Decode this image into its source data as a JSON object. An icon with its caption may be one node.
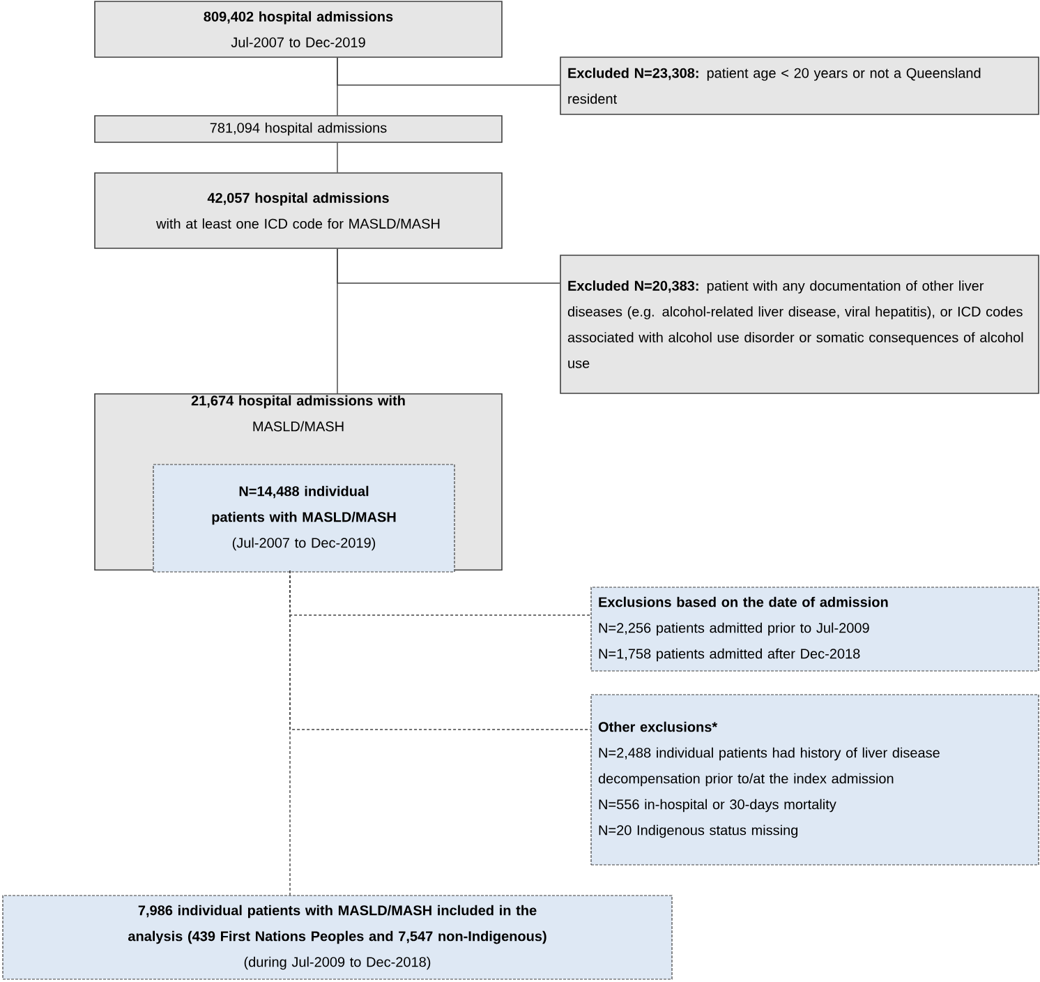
{
  "diagram": {
    "nodes": [
      {
        "text": [
          "809,402 hospital admissions",
          "Jul-2007 to Dec-2019"
        ]
      },
      {
        "text": [
          "**Excluded N=23,308:** patient age < 20 years or not a Queensland resident"
        ]
      },
      {
        "text": [
          "781,094 hospital admissions"
        ]
      },
      {
        "text": [
          "42,057 hospital admissions",
          "with at least one ICD code for MASLD/MASH"
        ]
      },
      {
        "text": [
          "**Excluded N=20,383:** patient with any documentation of other liver diseases (e.g. alcohol-related liver disease, viral hepatitis), or ICD codes associated with alcohol use disorder or somatic consequences of alcohol use"
        ]
      },
      {
        "text": [
          "21,674 hospital admissions with",
          "MASLD/MASH"
        ]
      },
      {
        "text": [
          "N=14,488 individual patients with MASLD/MASH",
          "(Jul-2007 to Dec-2019)"
        ],
        "in": 5
      },
      {
        "text": [
          "Exclusions based on the date of admission",
          "N=2,256 patients admitted prior to Jul-2009",
          "N=1,758 patients admitted after Dec-2018"
        ]
      },
      {
        "text": [
          "Other exclusions*",
          "N=2,488 individual patients had history of liver disease decompensation prior to/at the index admission",
          "N=556 in-hospital or 30-days mortality",
          "N=20 Indigenous status missing"
        ]
      },
      {
        "text": [
          "7,986 individual patients with MASLD/MASH included in the analysis (439 First Nations Peoples and 7,547 non-Indigenous)",
          "(during Jul-2009 to Dec-2018)"
        ]
      }
    ],
    "edges": [
      {
        "from": 0,
        "to": 2,
        "arrow": "none"
      },
      {
        "from": 0,
        "to": 1,
        "arrow": "none"
      },
      {
        "from": 2,
        "to": 3,
        "arrow": "none"
      },
      {
        "from": 3,
        "to": 5,
        "arrow": "none"
      },
      {
        "from": 3,
        "to": 4,
        "arrow": "none"
      },
      {
        "from": 5,
        "to": 7,
        "arrow": "none",
        "style": "dashed"
      },
      {
        "from": 5,
        "to": 8,
        "arrow": "none",
        "style": "dashed"
      },
      {
        "from": 5,
        "to": 9,
        "arrow": "none",
        "style": "dashed"
      }
    ]
  }
}
